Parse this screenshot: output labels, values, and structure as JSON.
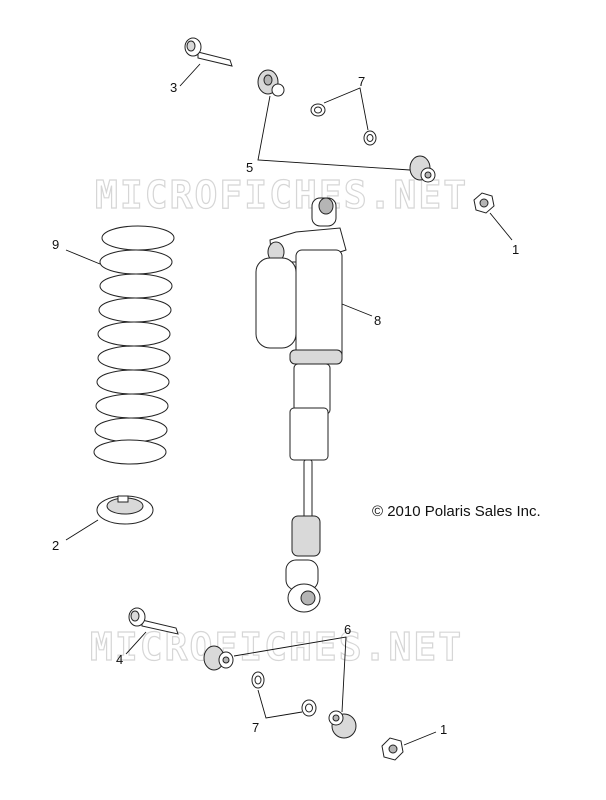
{
  "watermark": "MICROFICHES.NET",
  "copyright": "© 2010 Polaris Sales Inc.",
  "callouts": {
    "c1_top": "1",
    "c1_bottom": "1",
    "c2": "2",
    "c3": "3",
    "c4": "4",
    "c5": "5",
    "c6": "6",
    "c7_top": "7",
    "c7_bottom": "7",
    "c8": "8",
    "c9": "9"
  }
}
